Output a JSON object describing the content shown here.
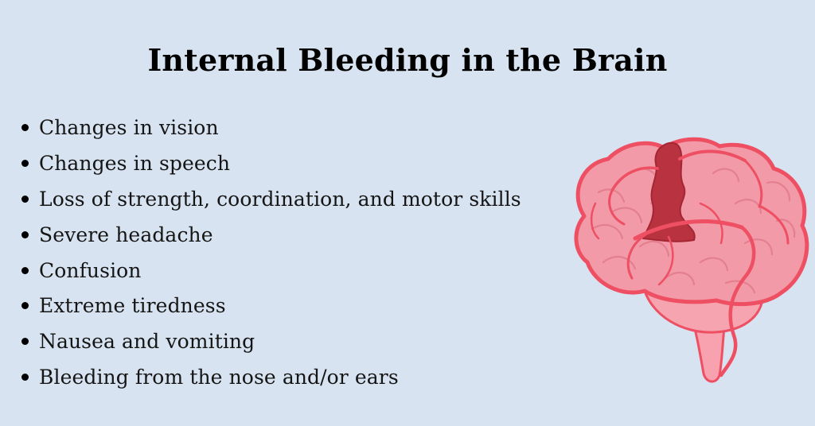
{
  "colors": {
    "background": "#d7e3f0",
    "brain_fill": "#f29aa8",
    "brain_outline": "#ee4f63",
    "stem_fill": "#f7a2ae",
    "bleed_fill": "#b8323f"
  },
  "title": "Internal Bleeding in the Brain",
  "symptoms": [
    "Changes in vision",
    "Changes in speech",
    "Loss of strength, coordination, and motor skills",
    "Severe headache",
    "Confusion",
    "Extreme tiredness",
    "Nausea and vomiting",
    "Bleeding from the nose and/or ears"
  ]
}
